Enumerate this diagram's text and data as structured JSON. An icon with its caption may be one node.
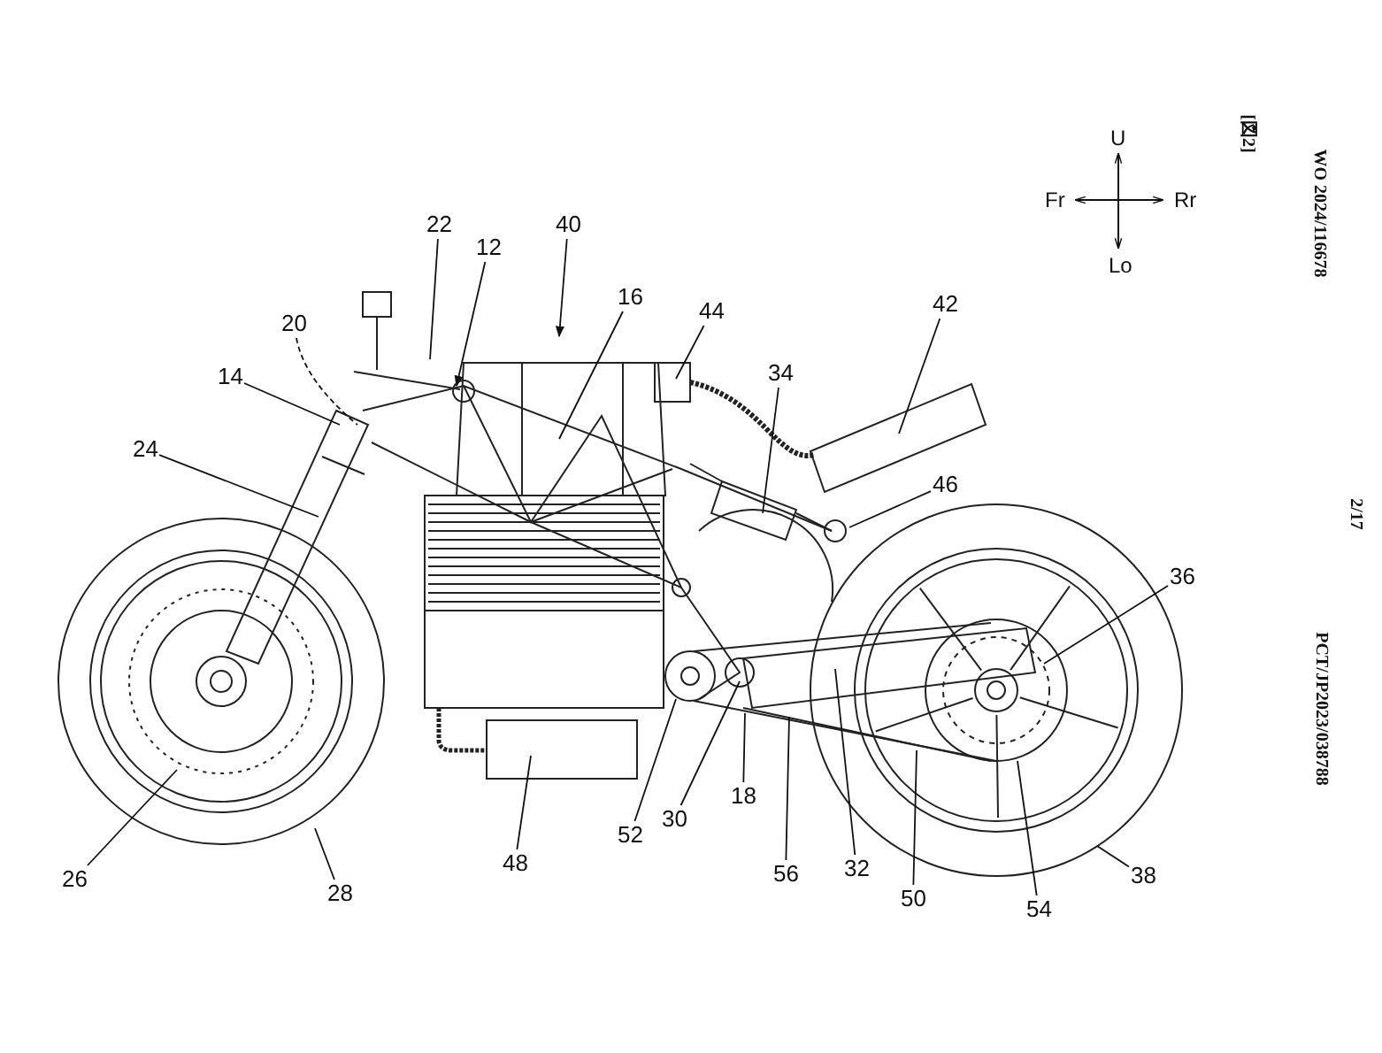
{
  "diagram": {
    "nodes": [
      {
        "text": [
          "22"
        ]
      },
      {
        "text": [
          "12"
        ]
      },
      {
        "text": [
          "40"
        ]
      },
      {
        "text": [
          "16"
        ]
      },
      {
        "text": [
          "44"
        ]
      },
      {
        "text": [
          "42"
        ]
      },
      {
        "text": [
          "20"
        ]
      },
      {
        "text": [
          "14"
        ]
      },
      {
        "text": [
          "34"
        ]
      },
      {
        "text": [
          "24"
        ]
      },
      {
        "text": [
          "46"
        ]
      },
      {
        "text": [
          "36"
        ]
      },
      {
        "text": [
          "52"
        ]
      },
      {
        "text": [
          "30"
        ]
      },
      {
        "text": [
          "18"
        ]
      },
      {
        "text": [
          "48"
        ]
      },
      {
        "text": [
          "56"
        ]
      },
      {
        "text": [
          "32"
        ]
      },
      {
        "text": [
          "50"
        ]
      },
      {
        "text": [
          "54"
        ]
      },
      {
        "text": [
          "38"
        ]
      },
      {
        "text": [
          "26"
        ]
      },
      {
        "text": [
          "28"
        ]
      }
    ],
    "edges": [
      {
        "from": 0,
        "to": null,
        "arrow": "none"
      },
      {
        "from": 1,
        "to": null,
        "arrow": "to"
      },
      {
        "from": 2,
        "to": null,
        "arrow": "to"
      },
      {
        "from": 3,
        "to": null,
        "arrow": "none"
      },
      {
        "from": 4,
        "to": null,
        "arrow": "none"
      },
      {
        "from": 5,
        "to": null,
        "arrow": "none"
      },
      {
        "from": 6,
        "to": null,
        "arrow": "none",
        "style": "dashed"
      },
      {
        "from": 7,
        "to": null,
        "arrow": "none"
      },
      {
        "from": 8,
        "to": null,
        "arrow": "none"
      },
      {
        "from": 9,
        "to": null,
        "arrow": "none"
      },
      {
        "from": 10,
        "to": null,
        "arrow": "none"
      },
      {
        "from": 11,
        "to": null,
        "arrow": "none"
      },
      {
        "from": 12,
        "to": null,
        "arrow": "none"
      },
      {
        "from": 13,
        "to": null,
        "arrow": "none"
      },
      {
        "from": 14,
        "to": null,
        "arrow": "none"
      },
      {
        "from": 15,
        "to": null,
        "arrow": "none"
      },
      {
        "from": 16,
        "to": null,
        "arrow": "none"
      },
      {
        "from": 17,
        "to": null,
        "arrow": "none"
      },
      {
        "from": 18,
        "to": null,
        "arrow": "none"
      },
      {
        "from": 19,
        "to": null,
        "arrow": "none"
      },
      {
        "from": 20,
        "to": null,
        "arrow": "none"
      },
      {
        "from": 21,
        "to": null,
        "arrow": "none"
      },
      {
        "from": 22,
        "to": null,
        "arrow": "none"
      }
    ],
    "labels": [
      "U",
      "Fr",
      "Rr",
      "Lo",
      "[図2]",
      "WO 2024/116678",
      "2/17",
      "PCT/JP2023/038788"
    ]
  }
}
